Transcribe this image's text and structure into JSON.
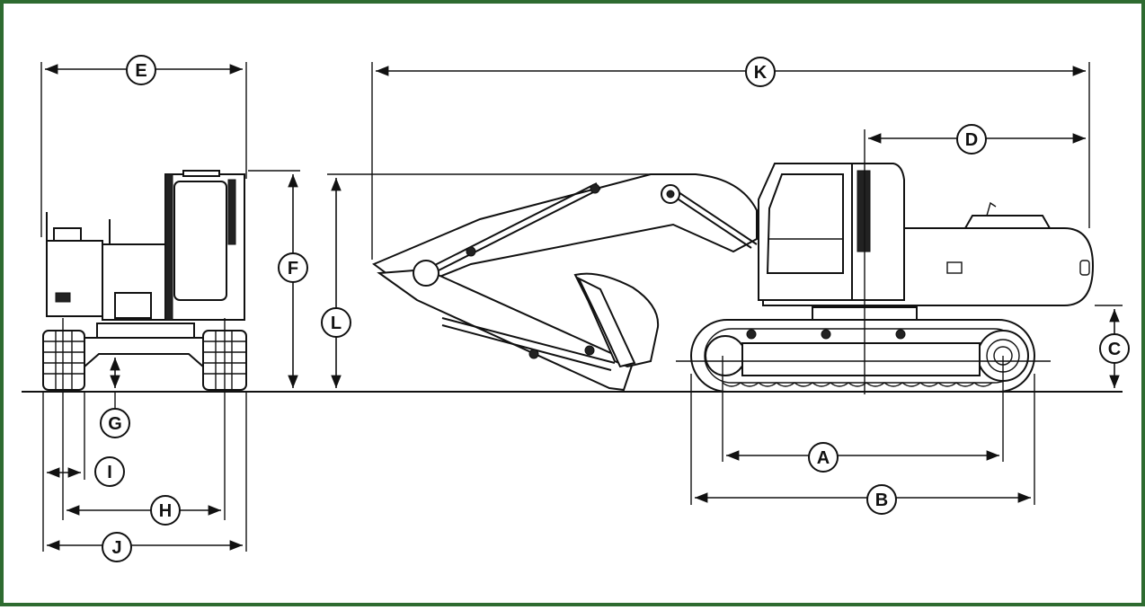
{
  "colors": {
    "frame_border": "#2e6b30",
    "line": "#111111",
    "background": "#ffffff"
  },
  "labels": {
    "A": "A",
    "B": "B",
    "C": "C",
    "D": "D",
    "E": "E",
    "F": "F",
    "G": "G",
    "H": "H",
    "I": "I",
    "J": "J",
    "K": "K",
    "L": "L"
  }
}
